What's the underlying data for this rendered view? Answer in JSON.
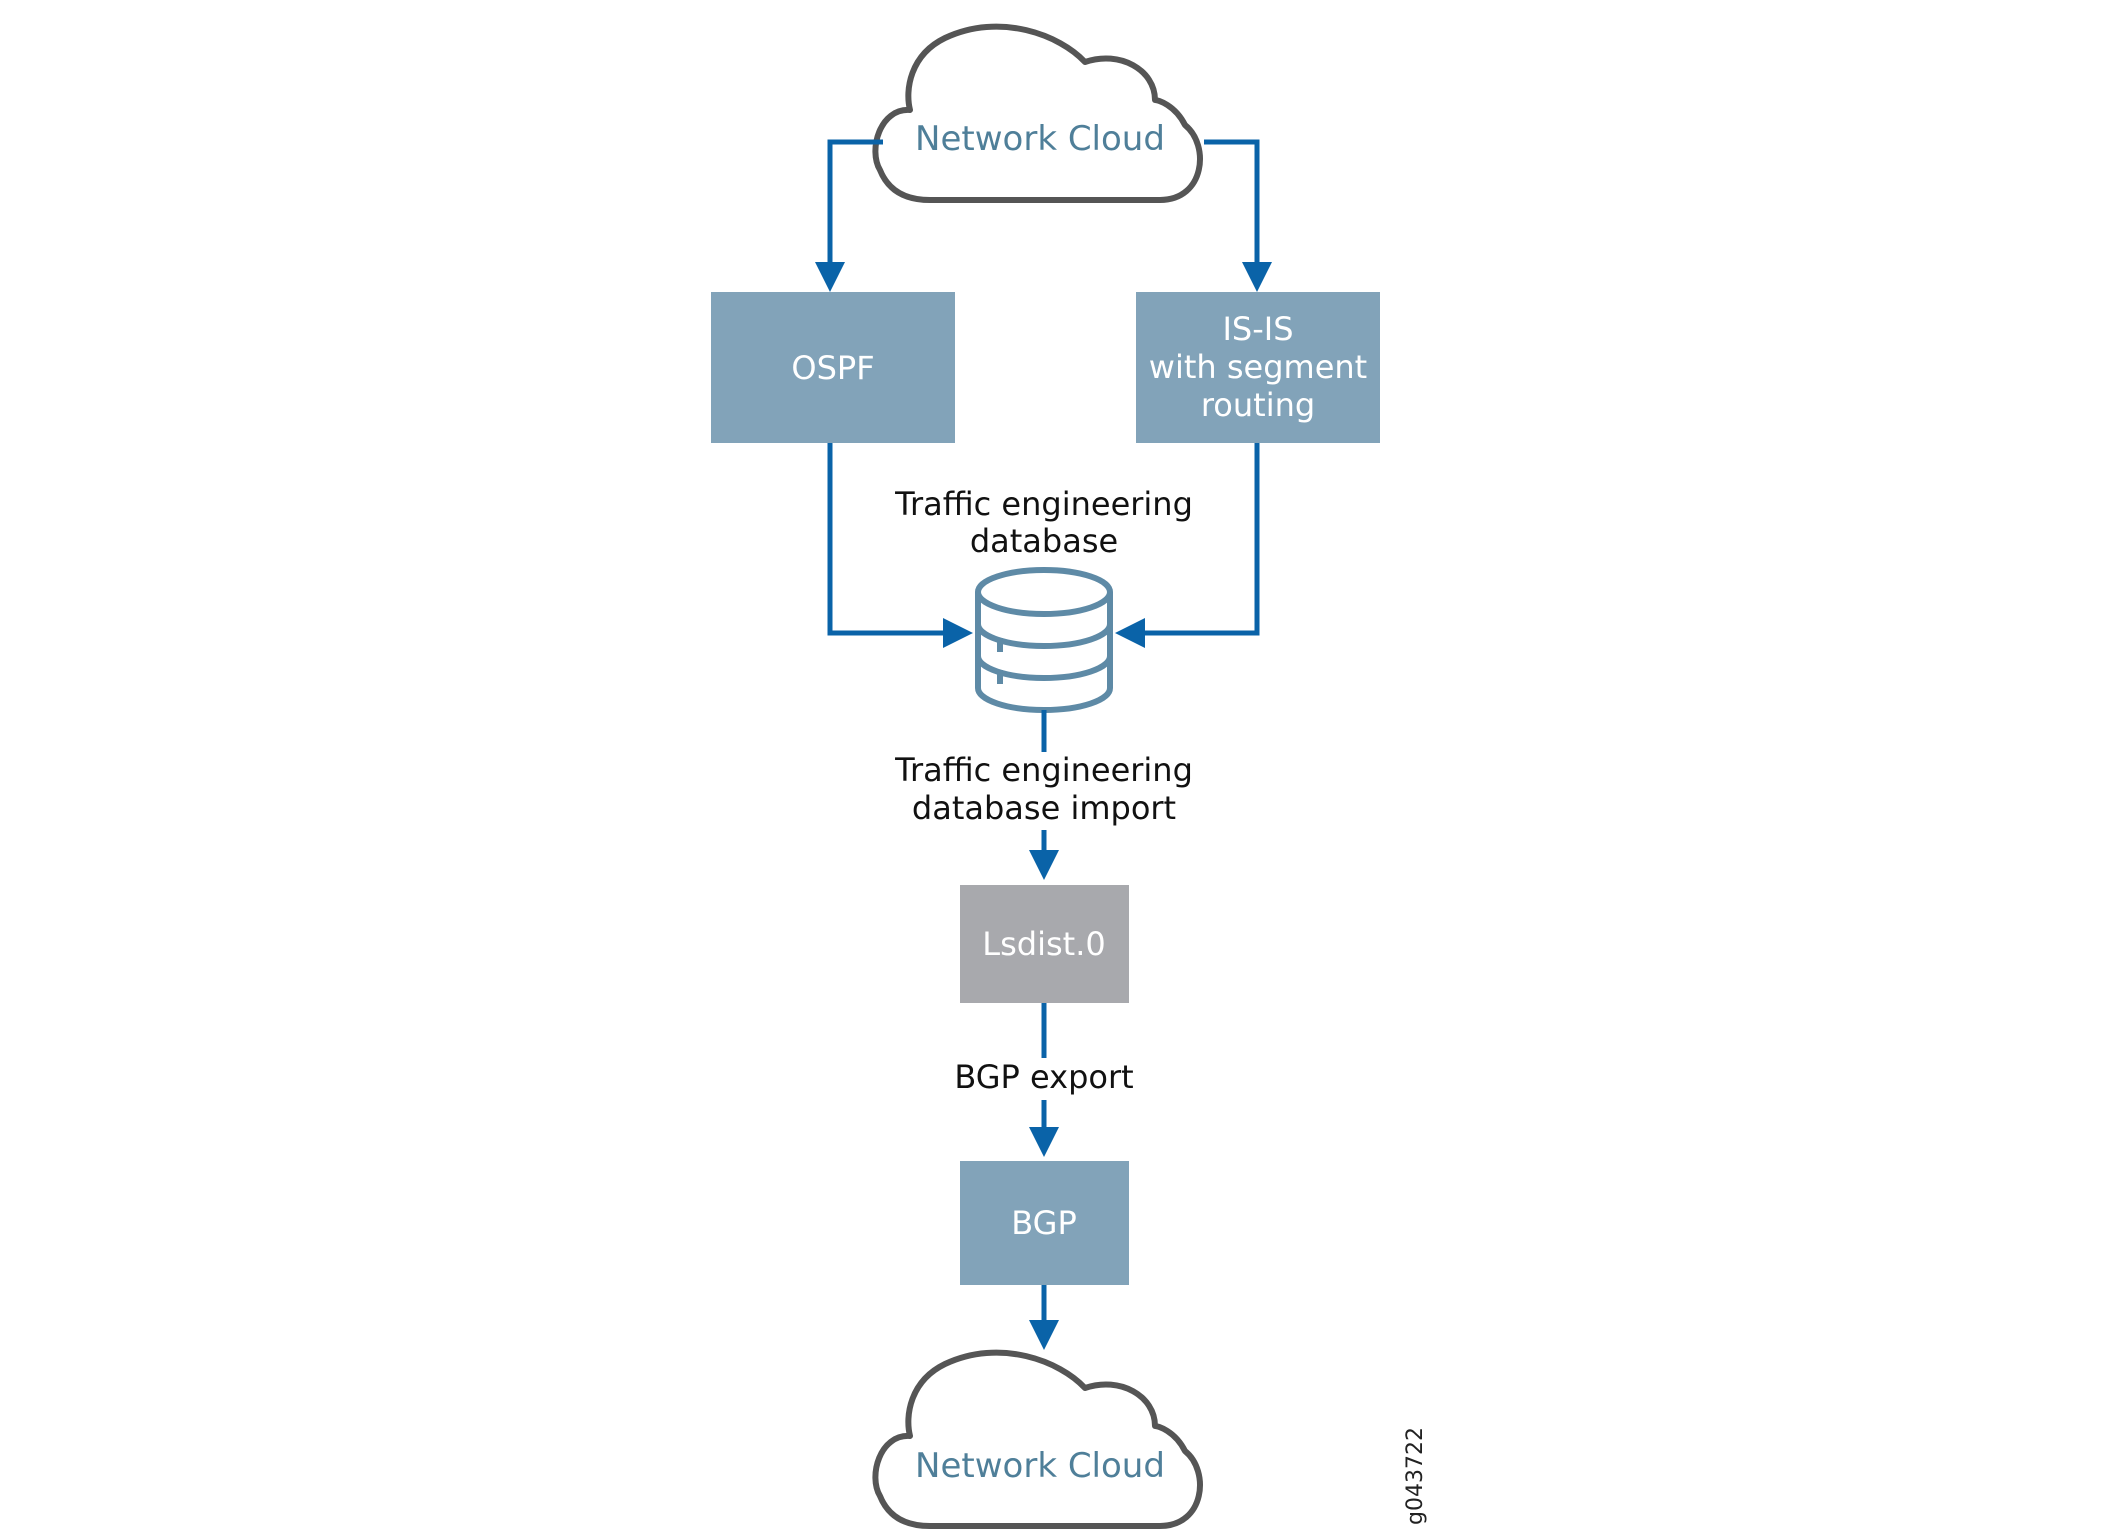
{
  "clouds": {
    "top_label": "Network Cloud",
    "bottom_label": "Network Cloud"
  },
  "boxes": {
    "ospf": "OSPF",
    "isis_line1": "IS-IS",
    "isis_line2": "with segment",
    "isis_line3": "routing",
    "lsdist": "Lsdist.0",
    "bgp": "BGP"
  },
  "labels": {
    "ted_line1": "Traffic engineering",
    "ted_line2": "database",
    "import_line1": "Traffic engineering",
    "import_line2": "database import",
    "bgp_export": "BGP export"
  },
  "figure_id": "g043722",
  "colors": {
    "protocol_box": "#82a3b9",
    "lsdist_box": "#a8a9ad",
    "arrow": "#0a63a8",
    "cloud_outline": "#555555",
    "cloud_text": "#4f7f99",
    "database_icon": "#5e8aa6"
  },
  "icons": {
    "database": "database-icon",
    "cloud": "cloud-icon"
  }
}
